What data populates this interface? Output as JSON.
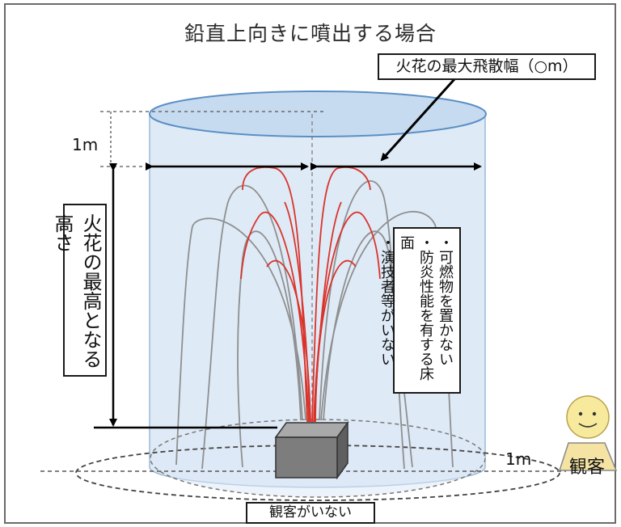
{
  "title": "鉛直上向きに噴出する場合",
  "spread_label": "火花の最大飛散幅（○m）",
  "height_label": "火花の最高となる高さ",
  "conditions": [
    "・可燃物を置かない",
    "・防炎性能を有する床面",
    "・演技者等がいない"
  ],
  "top_margin_label": "1m",
  "side_margin_label": "1m",
  "audience_label": "観客",
  "no_audience_label": "観客がいない",
  "colors": {
    "cylinder_fill": "#cfe0f2",
    "cylinder_edge": "#7aa3cc",
    "spark_red": "#d9342b",
    "spark_gray": "#8a8a8a",
    "device": "#7d7d7d",
    "audience_body": "#f4e3a3"
  },
  "icons": [
    "arrow-icon",
    "smiley-face-icon",
    "fountain-device-icon"
  ]
}
